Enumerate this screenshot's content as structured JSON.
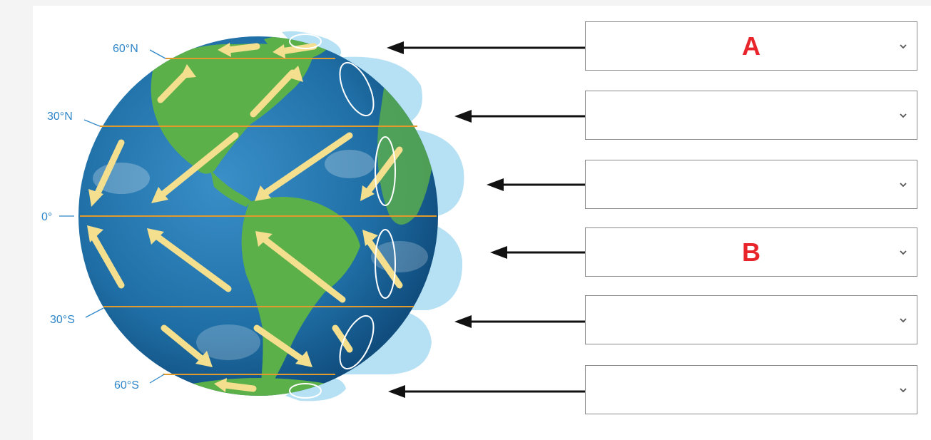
{
  "latitudes": {
    "n60": "60°N",
    "n30": "30°N",
    "eq": "0°",
    "s30": "30°S",
    "s60": "60°S"
  },
  "dropdowns": [
    {
      "value": "A"
    },
    {
      "value": ""
    },
    {
      "value": ""
    },
    {
      "value": "B"
    },
    {
      "value": ""
    },
    {
      "value": ""
    }
  ],
  "colors": {
    "ocean": "#1f6fa6",
    "land": "#5cb04a",
    "wind_arrow": "#f3df8e",
    "latitude_line": "#e39a2c",
    "cell": "#a9dcf2",
    "answer_text": "#e8252b",
    "label_text": "#2f86c8"
  }
}
